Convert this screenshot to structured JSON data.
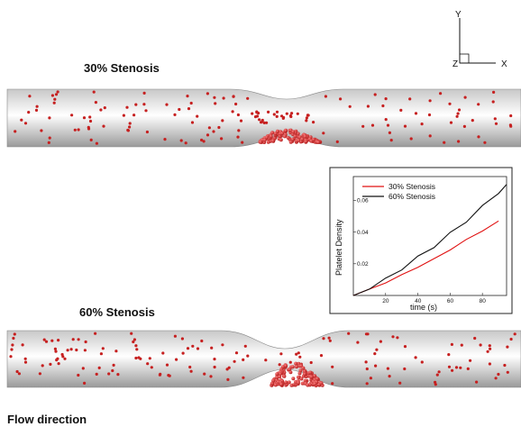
{
  "labels": {
    "stenosis_30": "30% Stenosis",
    "stenosis_60": "60% Stenosis",
    "flow_direction": "Flow direction"
  },
  "coordinate_axes": {
    "y": "Y",
    "x": "X",
    "z": "Z"
  },
  "chart_data": {
    "type": "line",
    "xlabel": "time (s)",
    "ylabel": "Platelet Density",
    "xlim": [
      0,
      95
    ],
    "ylim": [
      0,
      0.075
    ],
    "x_ticks": [
      20,
      40,
      60,
      80
    ],
    "y_ticks": [
      0.02,
      0.04,
      0.06
    ],
    "legend_position": "top-center",
    "series": [
      {
        "name": "30% Stenosis",
        "color": "#e01010",
        "x": [
          0,
          10,
          20,
          30,
          40,
          50,
          60,
          70,
          80,
          90
        ],
        "values": [
          0.0,
          0.004,
          0.008,
          0.013,
          0.018,
          0.023,
          0.029,
          0.035,
          0.041,
          0.047
        ]
      },
      {
        "name": "60% Stenosis",
        "color": "#111111",
        "x": [
          0,
          10,
          20,
          30,
          40,
          50,
          60,
          70,
          80,
          90,
          95
        ],
        "values": [
          0.0,
          0.005,
          0.01,
          0.017,
          0.024,
          0.031,
          0.039,
          0.047,
          0.056,
          0.065,
          0.07
        ]
      }
    ]
  }
}
